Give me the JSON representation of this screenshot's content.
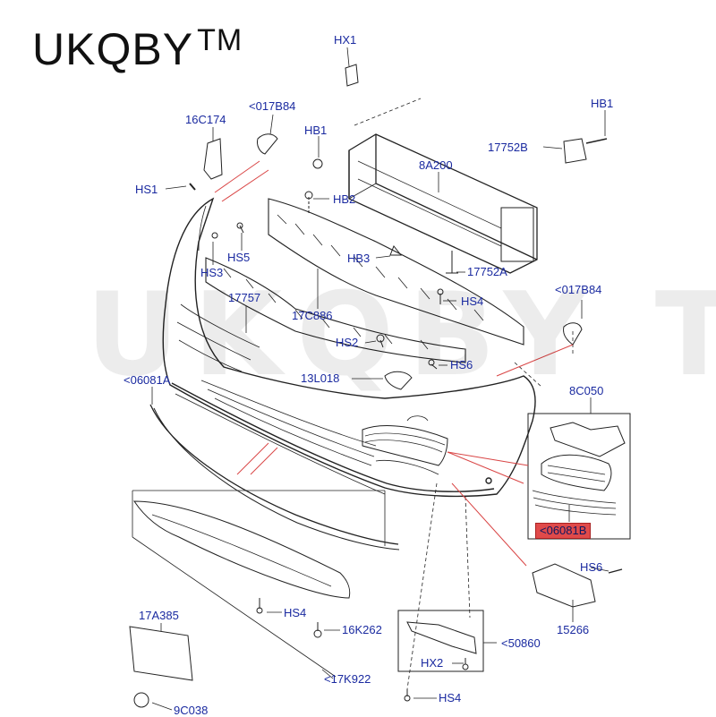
{
  "brand": {
    "name": "UKQBY",
    "mark": "TM"
  },
  "watermark": "UKQBY TM",
  "callouts": {
    "hx1": "HX1",
    "c017b84_top": "<017B84",
    "c16c174": "16C174",
    "hb1_mid": "HB1",
    "hb1_right": "HB1",
    "c17752b": "17752B",
    "c8a200": "8A200",
    "hs1": "HS1",
    "hb2": "HB2",
    "hs5": "HS5",
    "hs3": "HS3",
    "hb3": "HB3",
    "c17752a": "17752A",
    "c017b84_right": "<017B84",
    "c17757": "17757",
    "hs4_top": "HS4",
    "c17c886": "17C886",
    "hs2": "HS2",
    "hs6_mid": "HS6",
    "c13l018": "13L018",
    "c06081a": "<06081A",
    "c8c050": "8C050",
    "c06081b": "<06081B",
    "hs6_right": "HS6",
    "c15266": "15266",
    "c17a385": "17A385",
    "hs4_mid": "HS4",
    "c16k262": "16K262",
    "c50860": "<50860",
    "hx2": "HX2",
    "c17k922": "<17K922",
    "hs4_bottom": "HS4",
    "c9c038": "9C038"
  },
  "colors": {
    "callout_text": "#1a2aa0",
    "highlight": "#e04a4a",
    "leader_red": "#d94545",
    "line": "#222222"
  }
}
